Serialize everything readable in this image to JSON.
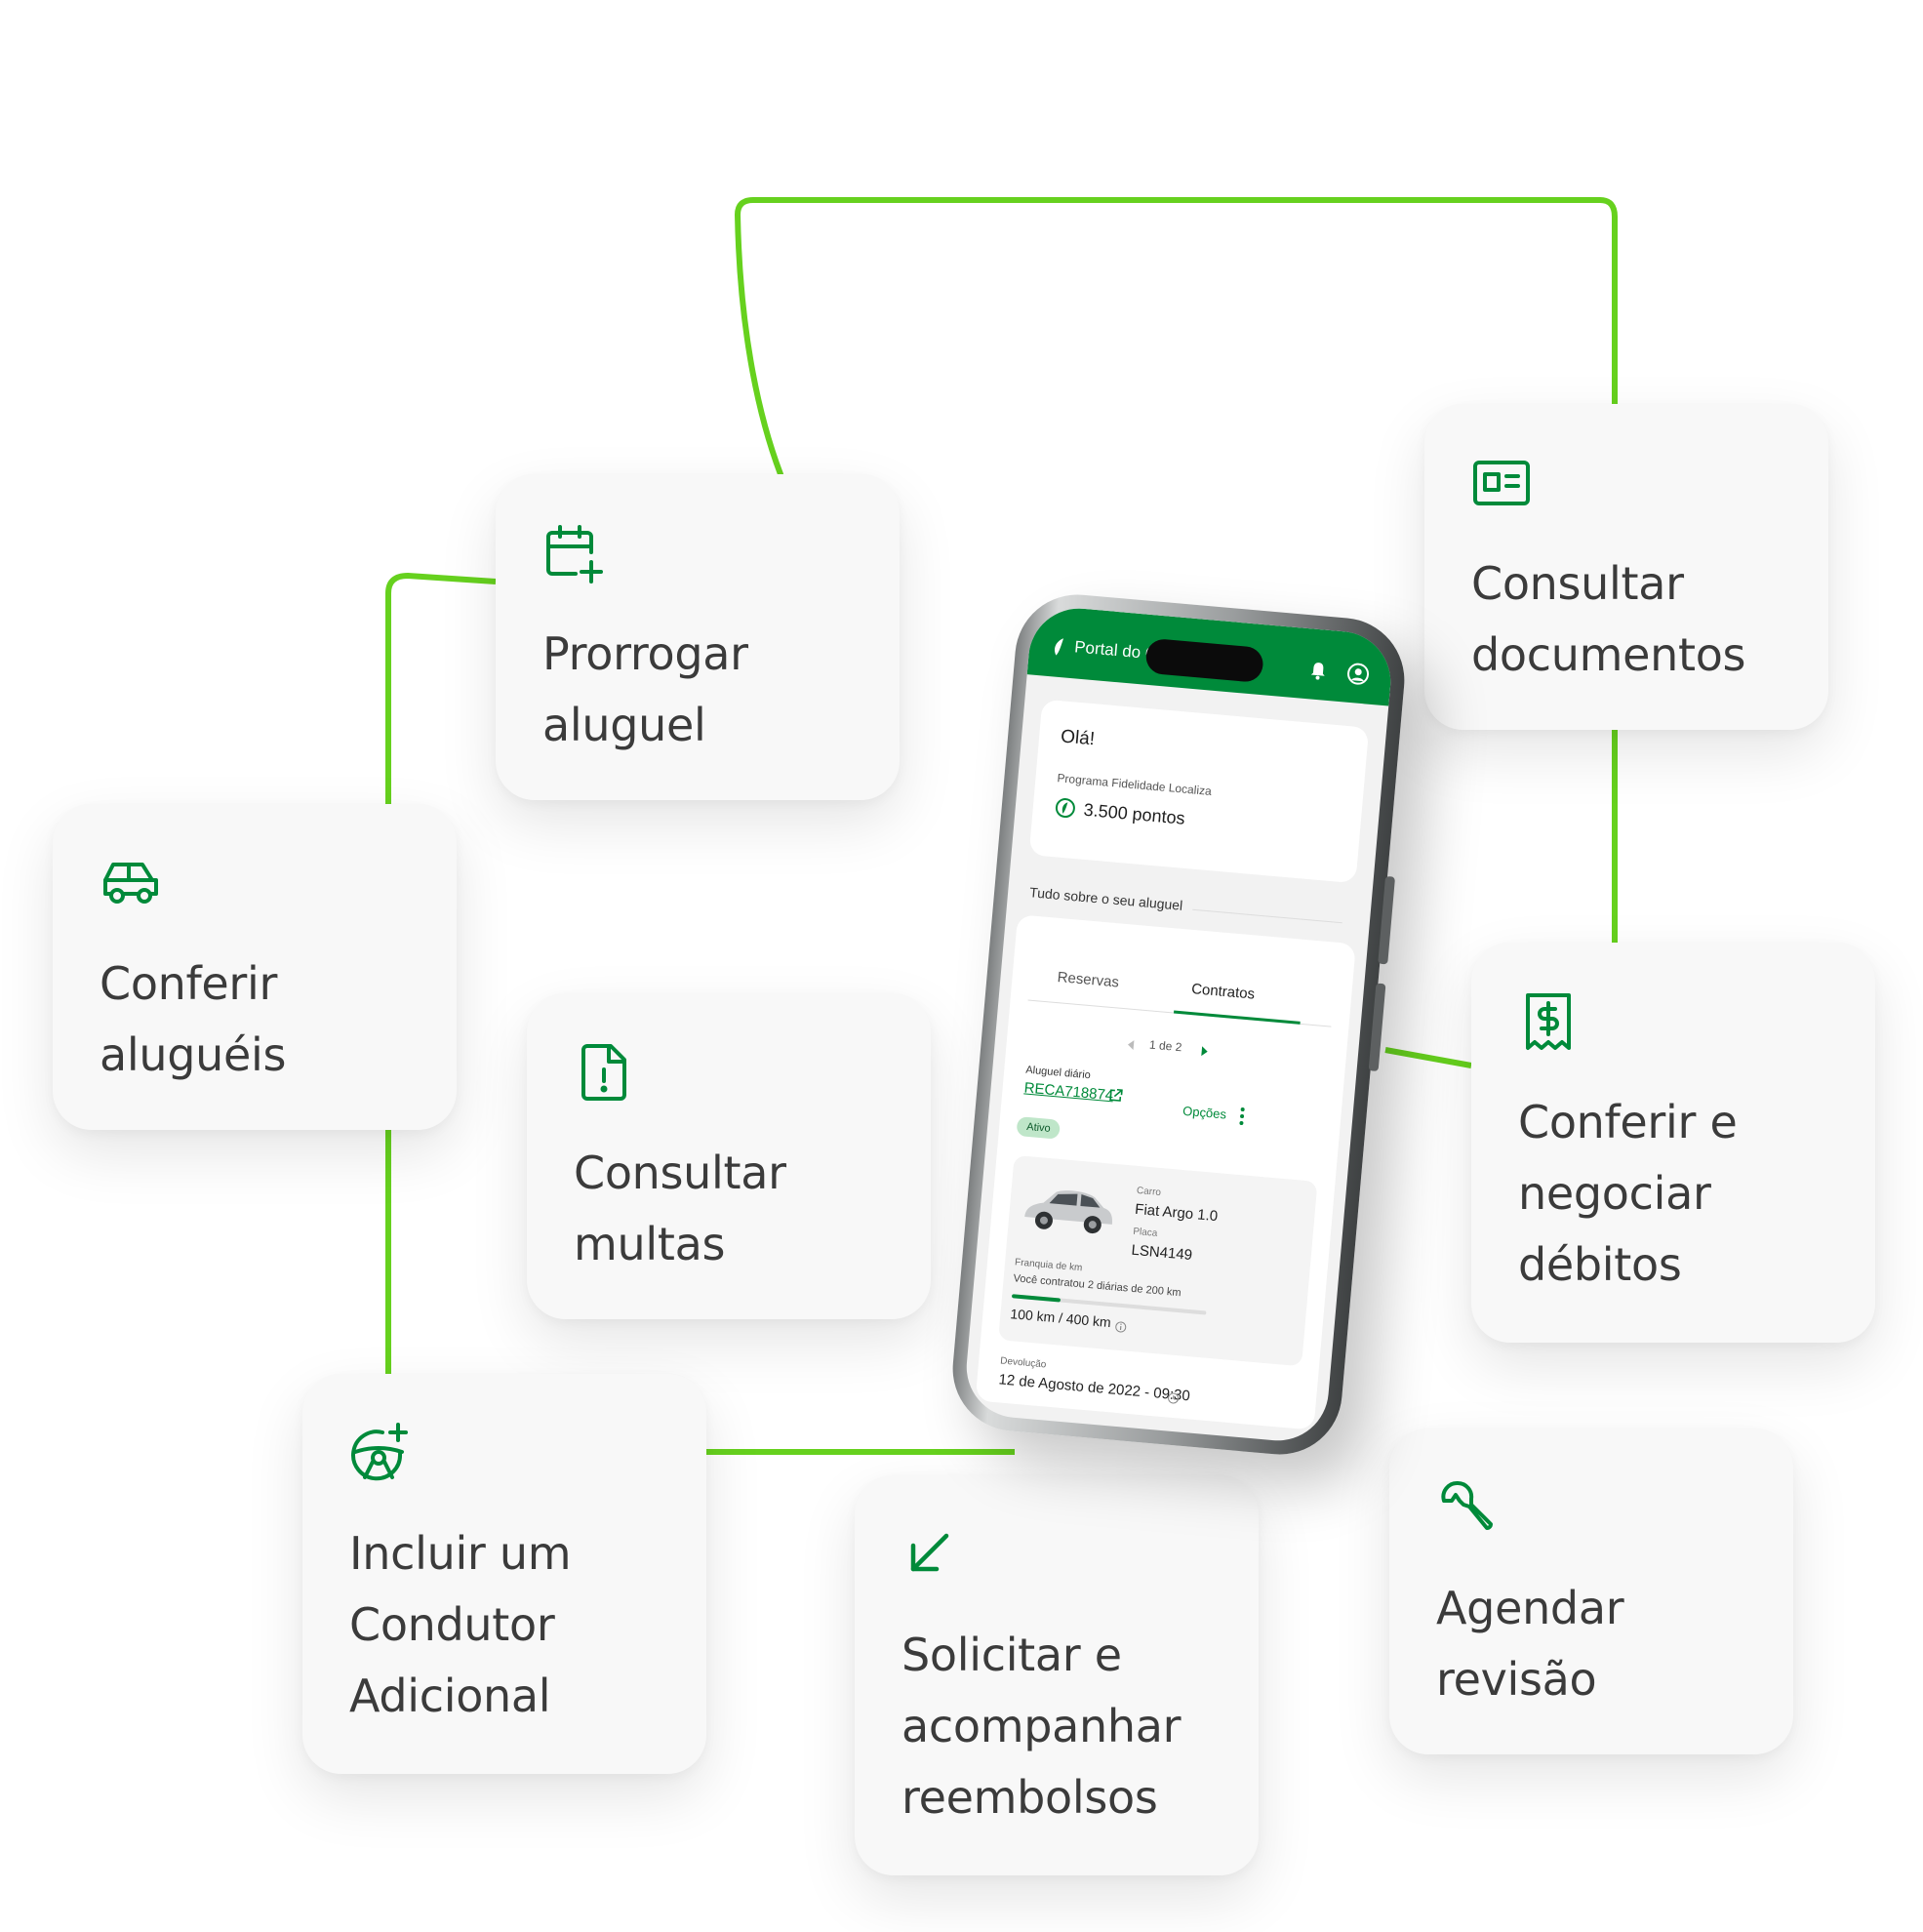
{
  "colors": {
    "connector": "#66d11e",
    "icon_green": "#008a3a",
    "card_bg": "#f8f8f8",
    "label_text": "#3b3b3b",
    "topbar_green": "#008a3a"
  },
  "features": [
    {
      "id": "extend",
      "icon": "calendar-plus-icon",
      "label": "Prorrogar\naluguel"
    },
    {
      "id": "rentals",
      "icon": "car-icon",
      "label": "Conferir\naluguéis"
    },
    {
      "id": "fines",
      "icon": "document-alert-icon",
      "label": "Consultar\nmultas"
    },
    {
      "id": "driver",
      "icon": "steering-wheel-plus-icon",
      "label": "Incluir um\nCondutor\nAdicional"
    },
    {
      "id": "refunds",
      "icon": "arrow-down-left-icon",
      "label": "Solicitar e\nacompanhar\nreembolsos"
    },
    {
      "id": "docs",
      "icon": "id-card-icon",
      "label": "Consultar\ndocumentos"
    },
    {
      "id": "debts",
      "icon": "receipt-dollar-icon",
      "label": "Conferir e\nnegociar\ndébitos"
    },
    {
      "id": "service",
      "icon": "wrench-icon",
      "label": "Agendar\nrevisão"
    }
  ],
  "phone": {
    "topbar_title": "Portal do C",
    "greeting": "Olá!",
    "loyalty_program": "Programa Fidelidade Localiza",
    "points": "3.500 pontos",
    "section_title": "Tudo sobre o seu aluguel",
    "tabs": [
      "Reservas",
      "Contratos"
    ],
    "active_tab": "Contratos",
    "pager": "1 de 2",
    "rental_type": "Aluguel diário",
    "contract_code": "RECA718874",
    "options_label": "Opções",
    "status": "Ativo",
    "car_label": "Carro",
    "car_model": "Fiat Argo 1.0",
    "plate_label": "Placa",
    "plate": "LSN4149",
    "km_label": "Franquia de km",
    "km_contract": "Você contratou 2 diárias de 200 km",
    "km_used": "100 km / 400 km",
    "km_progress": 0.25,
    "return_label": "Devolução",
    "return_date": "12 de Agosto de 2022 - 09:30"
  }
}
